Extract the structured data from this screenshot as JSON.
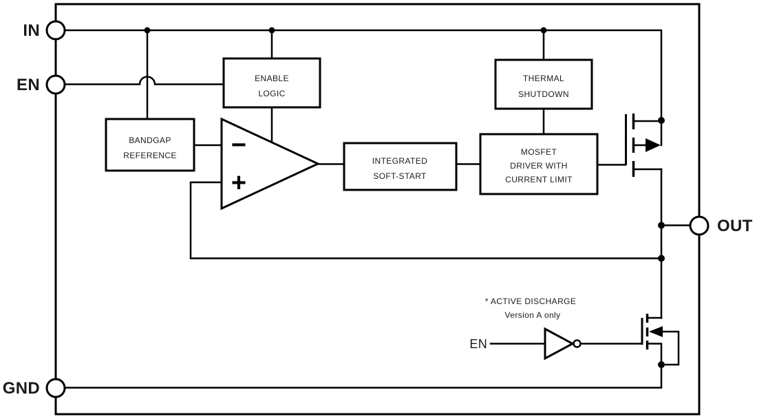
{
  "diagram": {
    "pins": {
      "in": "IN",
      "en": "EN",
      "gnd": "GND",
      "out": "OUT"
    },
    "blocks": {
      "enable_logic": [
        "ENABLE",
        "LOGIC"
      ],
      "bandgap_reference": [
        "BANDGAP",
        "REFERENCE"
      ],
      "integrated_soft_start": [
        "INTEGRATED",
        "SOFT-START"
      ],
      "thermal_shutdown": [
        "THERMAL",
        "SHUTDOWN"
      ],
      "mosfet_driver": [
        "MOSFET",
        "DRIVER WITH",
        "CURRENT LIMIT"
      ]
    },
    "error_amplifier": {
      "inverting_input": "−",
      "noninverting_input": "+"
    },
    "active_discharge": {
      "note_line1": "* ACTIVE DISCHARGE",
      "note_line2": "Version A only",
      "en_label": "EN"
    },
    "colors": {
      "line": "#000000",
      "text": "#1a1a1a",
      "background": "#ffffff"
    }
  }
}
